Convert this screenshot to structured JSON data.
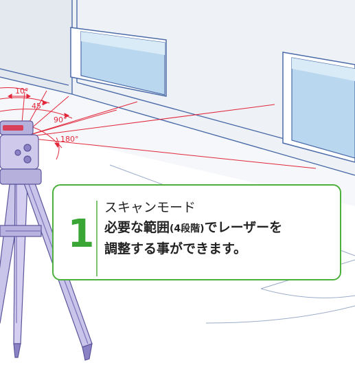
{
  "angles": {
    "a10": "10°",
    "a45": "45°",
    "a90": "90°",
    "a180": "180°"
  },
  "info": {
    "step_number": "1",
    "title": "スキャンモード",
    "line1_pre": "必要な範囲",
    "line1_small": "(4段階)",
    "line1_post": "でレーザーを",
    "line2": "調整する事ができます。"
  },
  "colors": {
    "accent_green": "#4bb03c",
    "laser_red": "#e2263a",
    "wall_blue": "#4a6aa8",
    "tripod_purple": "#7c71b8",
    "background_peach": "#fde4cc"
  },
  "icons": {
    "laser_device": "rotating-laser-level-icon",
    "tripod": "tripod-icon"
  }
}
